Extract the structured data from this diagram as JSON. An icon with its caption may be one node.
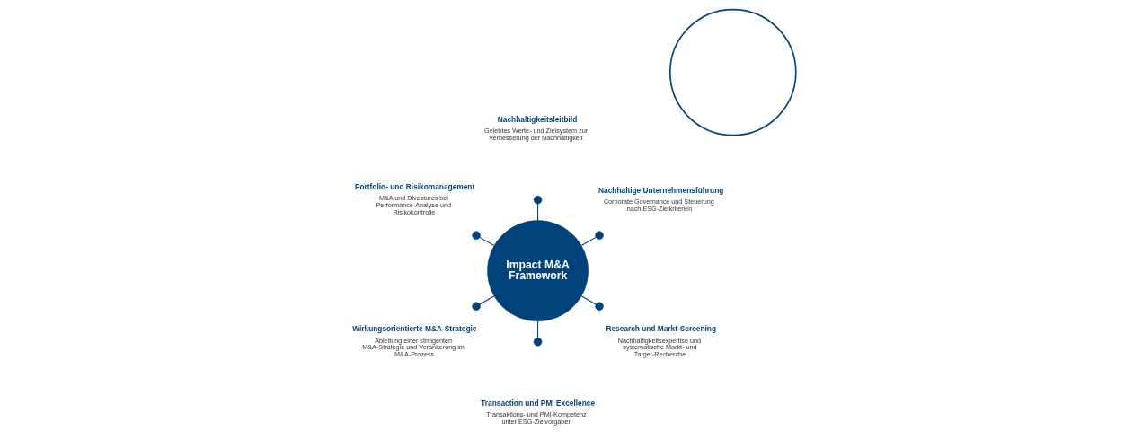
{
  "diagram": {
    "nodes": [
      {
        "text": [],
        "shape": "circle"
      },
      {
        "text": [
          "Impact M&A Framework"
        ]
      },
      {
        "text": [],
        "shape": "circle",
        "beside": [
          "Nachhaltige Unternehmensführung",
          "Corporate Governance und Steuerung nach ESG-Zielkriterien"
        ]
      },
      {
        "text": [],
        "shape": "circle",
        "beside": [
          "Nachhaltigkeitsleitbild",
          "Gelebtes Werte- und Zielsystem zur Verbesserung der Nachhaltigkeit"
        ]
      },
      {
        "text": [],
        "shape": "circle",
        "beside": [
          "Portfolio- und Risikomanagement",
          "M&A und Divestures bei Performance-Analyse und Risikokontrolle"
        ]
      },
      {
        "text": [],
        "shape": "circle",
        "beside": [
          "Wirkungsorientierte M&A-Strategie",
          "Ableitung einer stringenten M&A-Strategie und Verankerung im M&A-Prozess"
        ]
      },
      {
        "text": [],
        "shape": "circle",
        "beside": [
          "Transaction und PMI Excellence",
          "Transaktions- und PMI-Kompetenz unter ESG-Zielvorgaben"
        ]
      },
      {
        "text": [],
        "shape": "circle",
        "beside": [
          "Research und Markt-Screening",
          "Nachhaltigkeitsexpertise und systematische Markt- und Target-Recherche"
        ]
      }
    ],
    "edges": [
      {
        "from": 1,
        "to": 2,
        "arrow": "none"
      },
      {
        "from": 1,
        "to": 3,
        "arrow": "none"
      },
      {
        "from": 1,
        "to": 4,
        "arrow": "none"
      },
      {
        "from": 1,
        "to": 5,
        "arrow": "none"
      },
      {
        "from": 1,
        "to": 6,
        "arrow": "none"
      },
      {
        "from": 1,
        "to": 7,
        "arrow": "none"
      }
    ]
  }
}
